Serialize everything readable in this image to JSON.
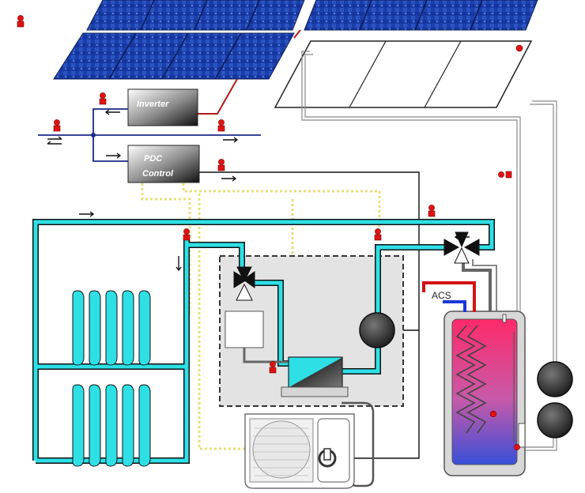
{
  "labels": {
    "inverter": "Inverter",
    "pdc_line1": "PDC",
    "pdc_line2": "Control",
    "acs": "ACS"
  },
  "icons": {
    "sensor": "sensor-icon",
    "flow_arrow": "flow-arrow-icon",
    "bidirectional_arrow": "bidirectional-arrow-icon",
    "pump": "circulation-pump-icon",
    "three_way_valve": "three-way-valve-icon",
    "fan": "fan-icon"
  },
  "colors": {
    "pv_panel": "#1c3fa8",
    "hydraulic_loop": "#2ee0e6",
    "dhw_hot": "#ff2a6a",
    "dhw_cold": "#3a4fd8",
    "solar_line_hot": "#b01818",
    "control_wire": "#111111",
    "signal_dotted": "#ecdc7a",
    "acs_red": "#d01414",
    "acs_blue": "#1b36d8",
    "indoor_unit_bg": "#e3e3e3"
  }
}
